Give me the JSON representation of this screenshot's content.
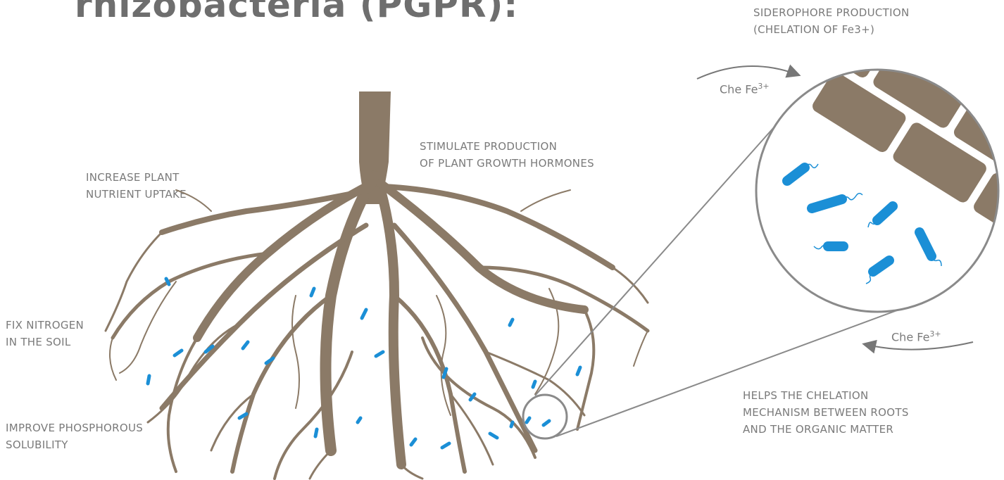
{
  "title": "rhizobacteria (PGPR):",
  "labels": {
    "siderophore": [
      "SIDEROPHORE PRODUCTION",
      "(CHELATION OF Fe3+)"
    ],
    "stimulate": [
      "STIMULATE PRODUCTION",
      "OF PLANT GROWTH HORMONES"
    ],
    "increase": [
      "INCREASE PLANT",
      "NUTRIENT UPTAKE"
    ],
    "fix": [
      "FIX NITROGEN",
      "IN THE SOIL"
    ],
    "improve": [
      "IMPROVE PHOSPHOROUS",
      "SOLUBILITY"
    ],
    "helps": [
      "HELPS THE CHELATION",
      "MECHANISM BETWEEN ROOTS",
      "AND THE ORGANIC MATTER"
    ]
  },
  "chem_top": {
    "base": "Che Fe",
    "sup": "3+"
  },
  "chem_bottom": {
    "base": "Che Fe",
    "sup": "3+"
  },
  "colors": {
    "root": "#8b7a67",
    "bacteria": "#1b8fd6",
    "text": "#7a7a7a",
    "circle": "#8a8a8a"
  }
}
